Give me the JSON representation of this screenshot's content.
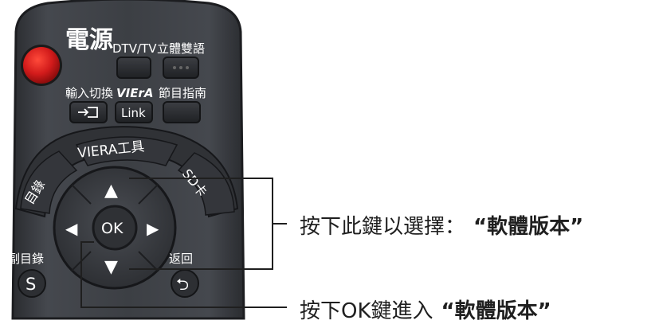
{
  "remote": {
    "power_label": "電源",
    "dtv_tv_label": "DTV/TV",
    "stereo_language_label": "立體雙語",
    "input_switch_label": "輸入切換",
    "viera_logo": "VIErA",
    "link_label": "Link",
    "program_guide_label": "節目指南",
    "viera_tools_label": "VIERA工具",
    "menu_label": "目錄",
    "sd_card_label": "SD卡",
    "ok_label": "OK",
    "sub_menu_label": "副目錄",
    "s_label": "S",
    "return_label": "返回",
    "up_arrow": "▲",
    "down_arrow": "▼",
    "left_arrow": "◀",
    "right_arrow": "▶",
    "return_arrow": "⮌"
  },
  "callouts": {
    "navigate_text": "按下此鍵以選擇：",
    "navigate_quoted": "“軟體版本”",
    "ok_text": "按下OK鍵進入",
    "ok_quoted": "“軟體版本”"
  },
  "colors": {
    "remote_body": "#3a3d42",
    "remote_edge": "#1c1d20",
    "power_button": "#d21b1b",
    "callout_line": "#1f1f1f",
    "callout_text": "#1f1f1f"
  }
}
